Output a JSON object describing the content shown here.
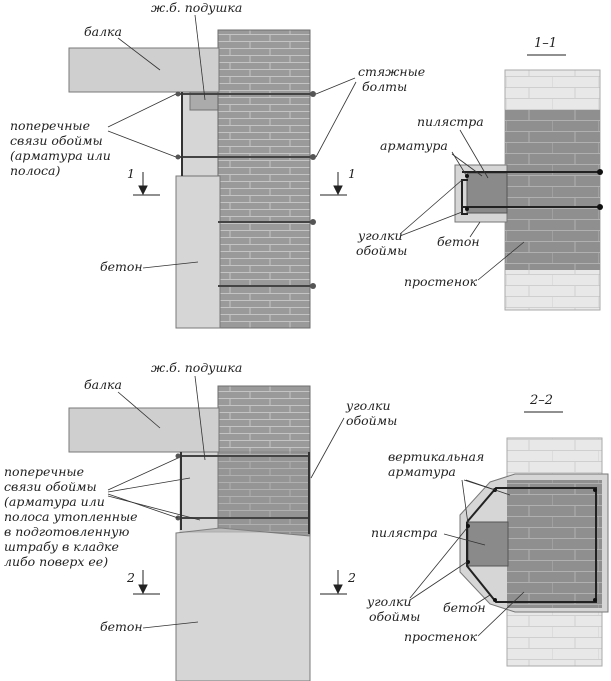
{
  "top_detail": {
    "beam": "балка",
    "pad": "ж.б. подушка",
    "bolts": [
      "стяжные",
      "болты"
    ],
    "ties": [
      "поперечные",
      "связи обоймы",
      "(арматура или",
      "полоса)"
    ],
    "concrete": "бетон",
    "cut_left": "1",
    "cut_right": "1"
  },
  "section_1": {
    "title": "1–1",
    "pilaster": "пилястра",
    "rebar": "арматура",
    "angles": [
      "уголки",
      "обоймы"
    ],
    "concrete": "бетон",
    "pier": "простенок"
  },
  "bottom_detail": {
    "beam": "балка",
    "pad": "ж.б. подушка",
    "angles": [
      "уголки",
      "обоймы"
    ],
    "ties": [
      "поперечные",
      "связи обоймы",
      "(арматура или",
      "полоса утопленные",
      "в подготовленную",
      "штрабу в кладке",
      "либо поверх ее)"
    ],
    "concrete": "бетон",
    "cut_left": "2",
    "cut_right": "2"
  },
  "section_2": {
    "title": "2–2",
    "rebar": [
      "вертикальная",
      "арматура"
    ],
    "pilaster": "пилястра",
    "angles": [
      "уголки",
      "обоймы"
    ],
    "concrete": "бетон",
    "pier": "простенок"
  },
  "colors": {
    "masonry": "#9a9a9a",
    "masonry_joint": "#c8c8c8",
    "pier_light": "#e8e8e8",
    "pilaster_dark": "#8a8a8a",
    "beam": "#cfcfcf",
    "concrete": "#d6d6d6",
    "steel": "#555555"
  }
}
